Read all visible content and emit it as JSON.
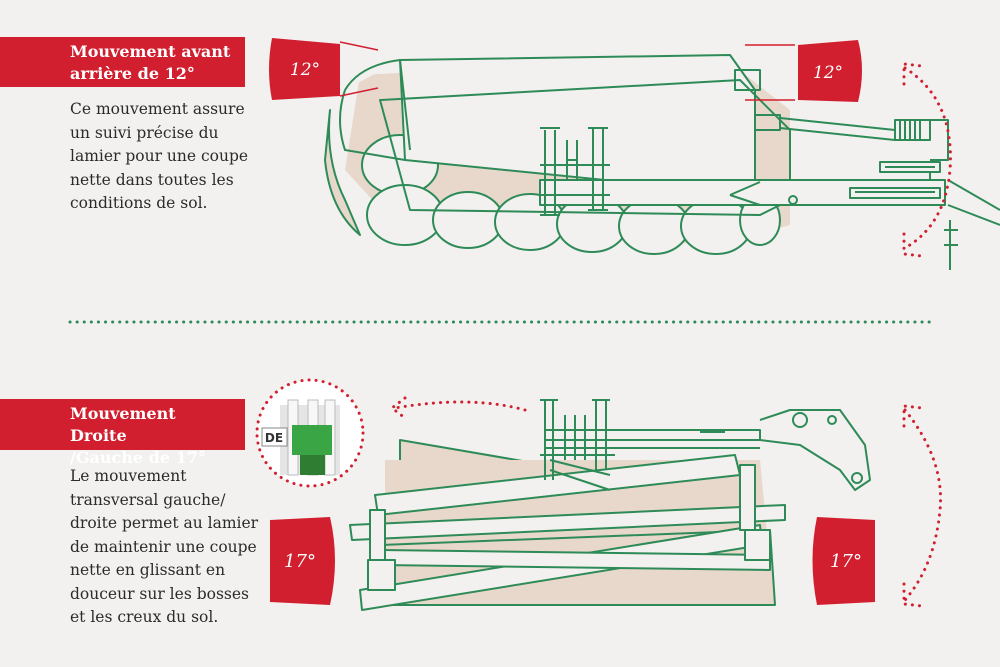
{
  "section1": {
    "title_line1": "Mouvement avant",
    "title_line2": "arrière de 12°",
    "description": "Ce mouvement assure un suivi précise du lamier pour une coupe nette dans toutes les conditions de sol.",
    "angle_left": "12°",
    "angle_right": "12°"
  },
  "section2": {
    "title_line1": "Mouvement Droite",
    "title_line2": "/Gauche de 17°",
    "description": "Le mouvement transversal gauche/ droite permet au lamier de maintenir une coupe nette en glissant en douceur sur les bosses et les creux du sol.",
    "angle_left": "17°",
    "angle_right": "17°",
    "inset_label": "DE"
  },
  "colors": {
    "accent_red": "#d21f2f",
    "line_green": "#2e8b57",
    "fill_beige": "#e8d8cc",
    "background": "#f2f1ef"
  }
}
